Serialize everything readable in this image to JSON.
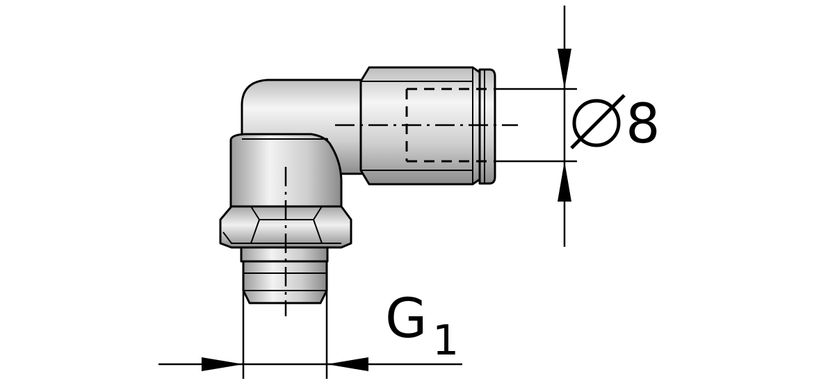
{
  "dimensions": {
    "tube_diameter": {
      "symbol": "⌀",
      "value": "8"
    },
    "thread": {
      "letter": "G",
      "subscript": "1"
    }
  },
  "colors": {
    "line": "#000000",
    "metal_dark": "#8a8a8a",
    "metal_light": "#f4f4f4",
    "background": "#ffffff"
  }
}
